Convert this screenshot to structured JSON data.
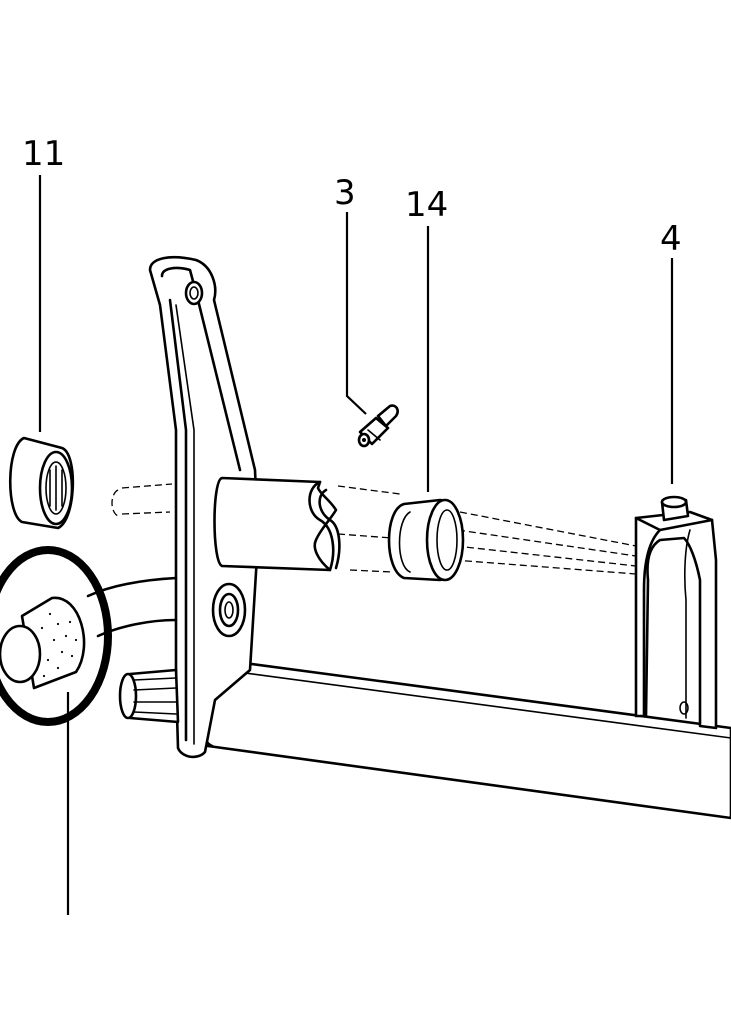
{
  "diagram": {
    "callouts": [
      {
        "id": "callout-11",
        "label": "11"
      },
      {
        "id": "callout-3",
        "label": "3"
      },
      {
        "id": "callout-14",
        "label": "14"
      },
      {
        "id": "callout-4",
        "label": "4"
      }
    ],
    "highlight": {
      "shape": "circle",
      "color": "#000000",
      "target": "cone-bushing"
    },
    "colors": {
      "ink": "#000000",
      "paper": "#ffffff"
    }
  }
}
